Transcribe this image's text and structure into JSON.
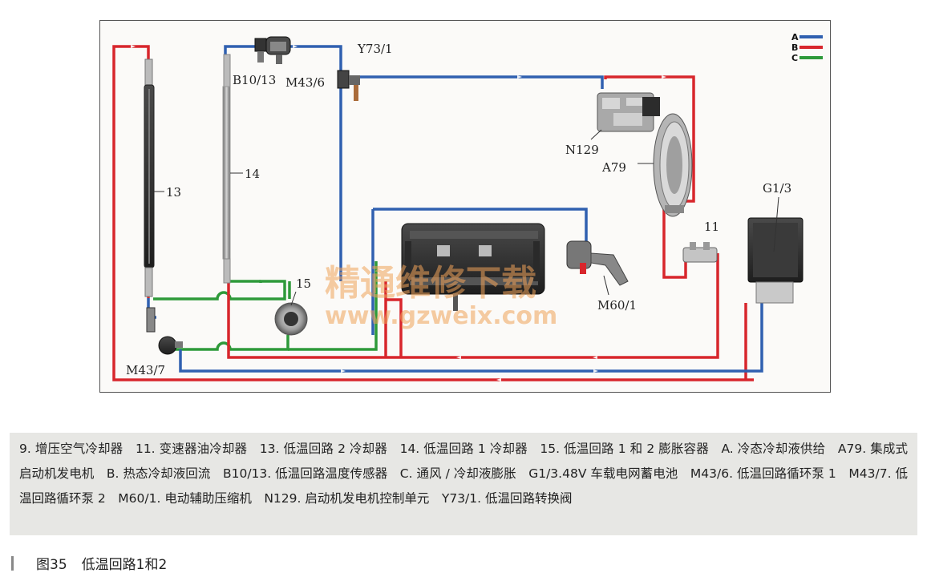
{
  "colors": {
    "A": "#3060b0",
    "B": "#d8262c",
    "C": "#2e9a3a",
    "frame_bg": "#fbfaf8",
    "caption_bg": "#e7e7e4"
  },
  "legend": [
    {
      "key": "A",
      "color": "#3060b0"
    },
    {
      "key": "B",
      "color": "#d8262c"
    },
    {
      "key": "C",
      "color": "#2e9a3a"
    }
  ],
  "labels": {
    "c13": "13",
    "c14": "14",
    "c15": "15",
    "b1013": "B10/13",
    "m436": "M43/6",
    "y731": "Y73/1",
    "n129": "N129",
    "a79": "A79",
    "g13": "G1/3",
    "c11": "11",
    "m601": "M60/1",
    "m437": "M43/7"
  },
  "watermark": {
    "cn": "精通维修下载",
    "url": "www.gzweix.com"
  },
  "caption": "9. 增压空气冷却器　11. 变速器油冷却器　13. 低温回路 2 冷却器　14. 低温回路 1 冷却器　15. 低温回路 1 和 2 膨胀容器　A. 冷态冷却液供给　A79. 集成式启动机发电机　B. 热态冷却液回流　B10/13. 低温回路温度传感器　C. 通风 / 冷却液膨胀　G1/3.48V 车载电网蓄电池　M43/6. 低温回路循环泵 1　M43/7. 低温回路循环泵 2　M60/1. 电动辅助压缩机　N129. 启动机发电机控制单元　Y73/1. 低温回路转换阀",
  "figure": {
    "number": "图35",
    "title": "低温回路1和2"
  }
}
